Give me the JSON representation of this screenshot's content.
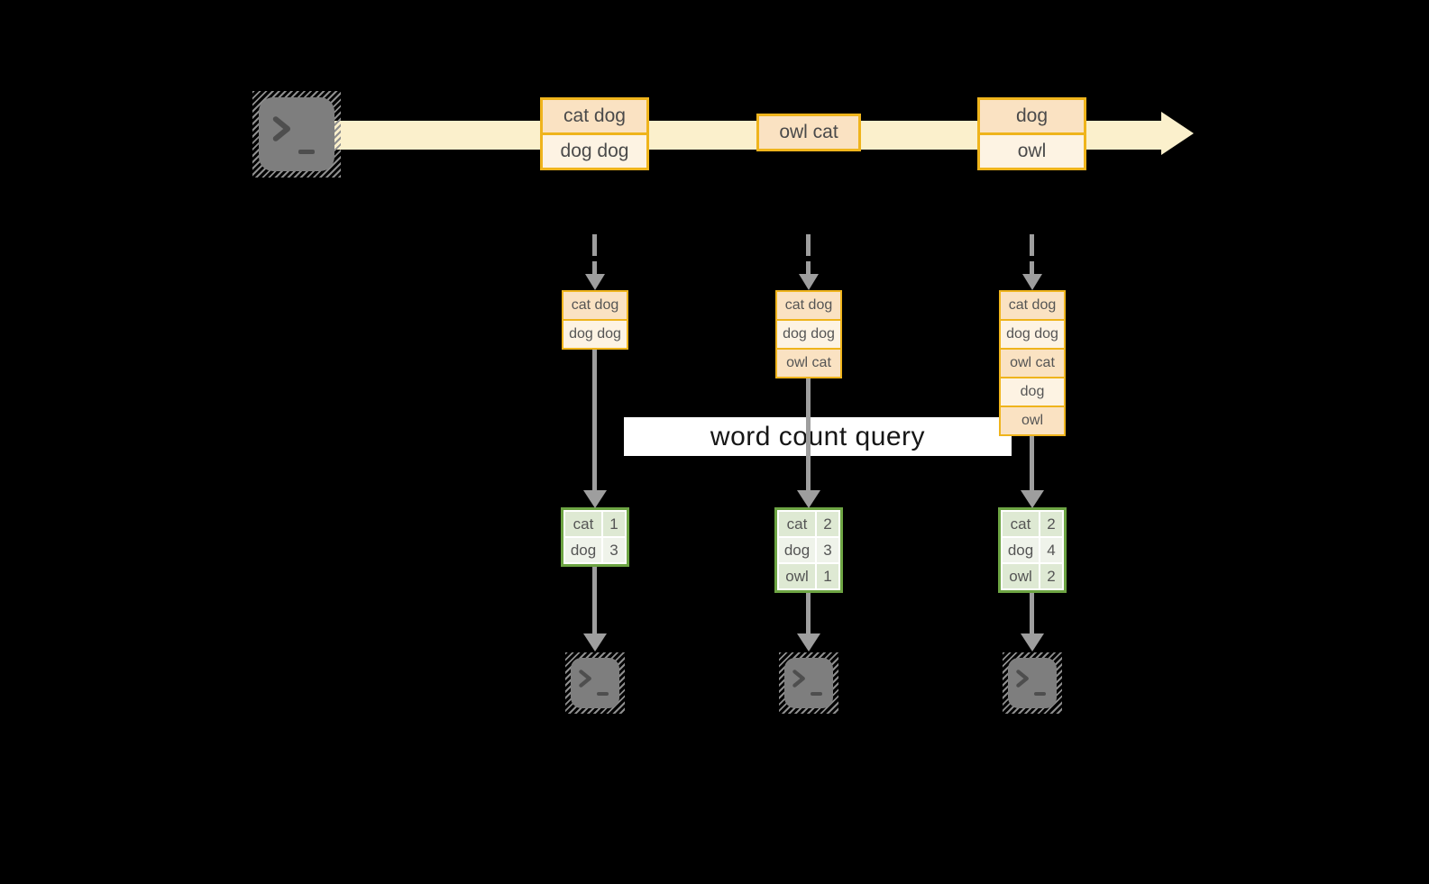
{
  "band": {
    "label": "word count query"
  },
  "colors": {
    "background": "#000000",
    "stream_band": "#FBF0CC",
    "box_border": "#EFB41C",
    "row_dark": "#FAE2C2",
    "row_light": "#FDF3E3",
    "table_border": "#6DA443",
    "cell_dark": "#DEE9D3",
    "cell_light": "#EFF3EA",
    "arrow_gray": "#9E9E9E",
    "terminal_gray": "#7E7E7E"
  },
  "timeline": {
    "batches": [
      {
        "rows": [
          "cat dog",
          "dog dog"
        ]
      },
      {
        "rows": [
          "owl cat"
        ]
      },
      {
        "rows": [
          "dog",
          "owl"
        ]
      }
    ]
  },
  "columns": [
    {
      "state_rows": [
        "cat dog",
        "dog dog"
      ],
      "result": [
        {
          "word": "cat",
          "count": "1"
        },
        {
          "word": "dog",
          "count": "3"
        }
      ]
    },
    {
      "state_rows": [
        "cat dog",
        "dog dog",
        "owl cat"
      ],
      "result": [
        {
          "word": "cat",
          "count": "2"
        },
        {
          "word": "dog",
          "count": "3"
        },
        {
          "word": "owl",
          "count": "1"
        }
      ]
    },
    {
      "state_rows": [
        "cat dog",
        "dog dog",
        "owl cat",
        "dog",
        "owl"
      ],
      "result": [
        {
          "word": "cat",
          "count": "2"
        },
        {
          "word": "dog",
          "count": "4"
        },
        {
          "word": "owl",
          "count": "2"
        }
      ]
    }
  ],
  "icons": {
    "source": "terminal",
    "sinks": [
      "terminal",
      "terminal",
      "terminal"
    ]
  }
}
